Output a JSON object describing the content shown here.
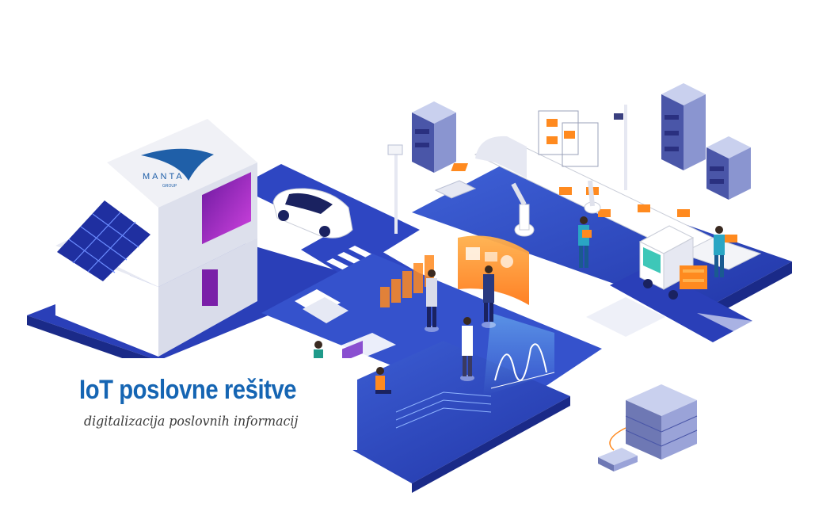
{
  "brand": {
    "logo_text": "MANTA",
    "logo_subtext": "GROUP"
  },
  "caption": {
    "title": "IoT poslovne rešitve",
    "subtitle": "digitalizacija poslovnih informacij"
  },
  "colors": {
    "platform_blue": "#2a3fb8",
    "platform_light": "#3f62d8",
    "accent_orange": "#ff8a1f",
    "building_white": "#f3f4f8",
    "title_blue": "#1565b3",
    "server_gray": "#6e78b4"
  },
  "icons": [
    "solar-panel-icon",
    "car-icon",
    "server-rack-icon",
    "robot-arm-icon",
    "forklift-icon",
    "chart-icon",
    "camera-icon"
  ]
}
